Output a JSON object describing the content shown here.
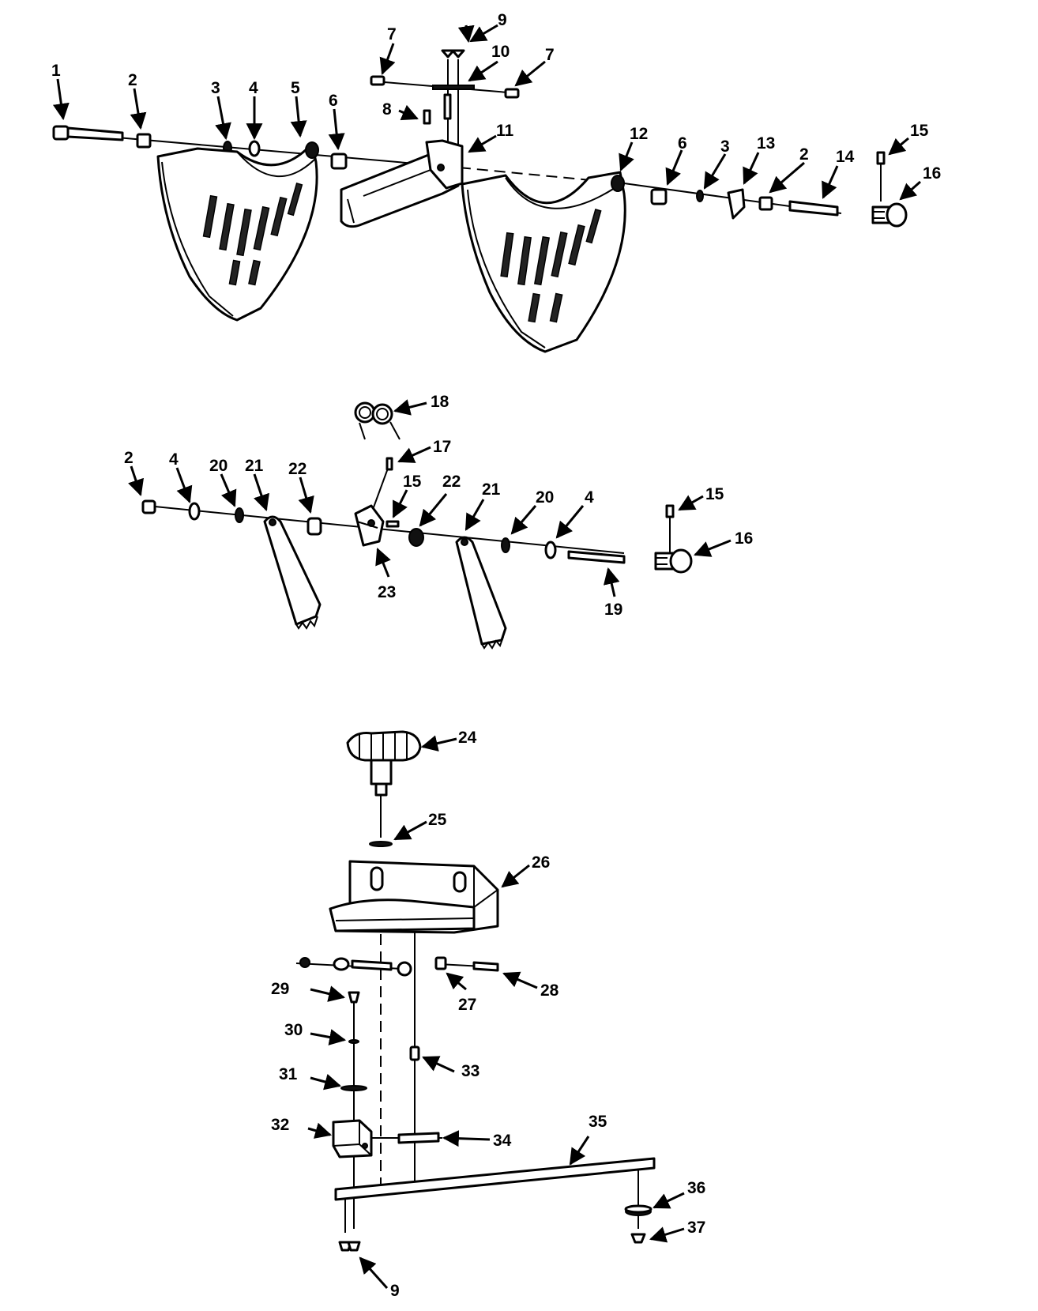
{
  "labels": {
    "p1": "1",
    "p2a": "2",
    "p3a": "3",
    "p4a": "4",
    "p5": "5",
    "p6a": "6",
    "p7a": "7",
    "p7b": "7",
    "p8": "8",
    "p9a": "9",
    "p10": "10",
    "p11": "11",
    "p12": "12",
    "p6b": "6",
    "p3b": "3",
    "p13": "13",
    "p2b": "2",
    "p14": "14",
    "p15a": "15",
    "p16a": "16",
    "p18": "18",
    "p17": "17",
    "p2c": "2",
    "p4b": "4",
    "p20a": "20",
    "p21a": "21",
    "p22a": "22",
    "p15b": "15",
    "p22b": "22",
    "p21b": "21",
    "p20b": "20",
    "p4c": "4",
    "p15c": "15",
    "p16b": "16",
    "p23": "23",
    "p19": "19",
    "p24": "24",
    "p25": "25",
    "p26": "26",
    "p27": "27",
    "p28": "28",
    "p29": "29",
    "p30": "30",
    "p31": "31",
    "p32": "32",
    "p33": "33",
    "p34": "34",
    "p35": "35",
    "p36": "36",
    "p37": "37",
    "p9b": "9"
  }
}
